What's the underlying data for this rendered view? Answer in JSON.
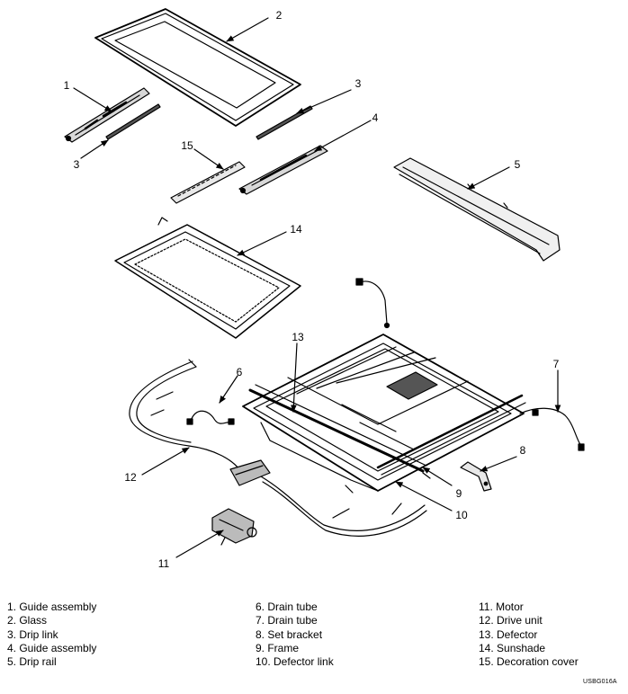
{
  "callouts": {
    "c1": "1",
    "c2": "2",
    "c3a": "3",
    "c3b": "3",
    "c4": "4",
    "c5": "5",
    "c6": "6",
    "c7": "7",
    "c8": "8",
    "c9": "9",
    "c10": "10",
    "c11": "11",
    "c12": "12",
    "c13": "13",
    "c14": "14",
    "c15": "15"
  },
  "legend": [
    "1. Guide assembly",
    "2. Glass",
    "3. Drip link",
    "4. Guide assembly",
    "5. Drip rail",
    "6. Drain tube",
    "7. Drain tube",
    "8. Set bracket",
    "9. Frame",
    "10. Defector link",
    "11. Motor",
    "12. Drive unit",
    "13. Defector",
    "14. Sunshade",
    "15. Decoration cover"
  ],
  "figure_code": "USBG016A"
}
